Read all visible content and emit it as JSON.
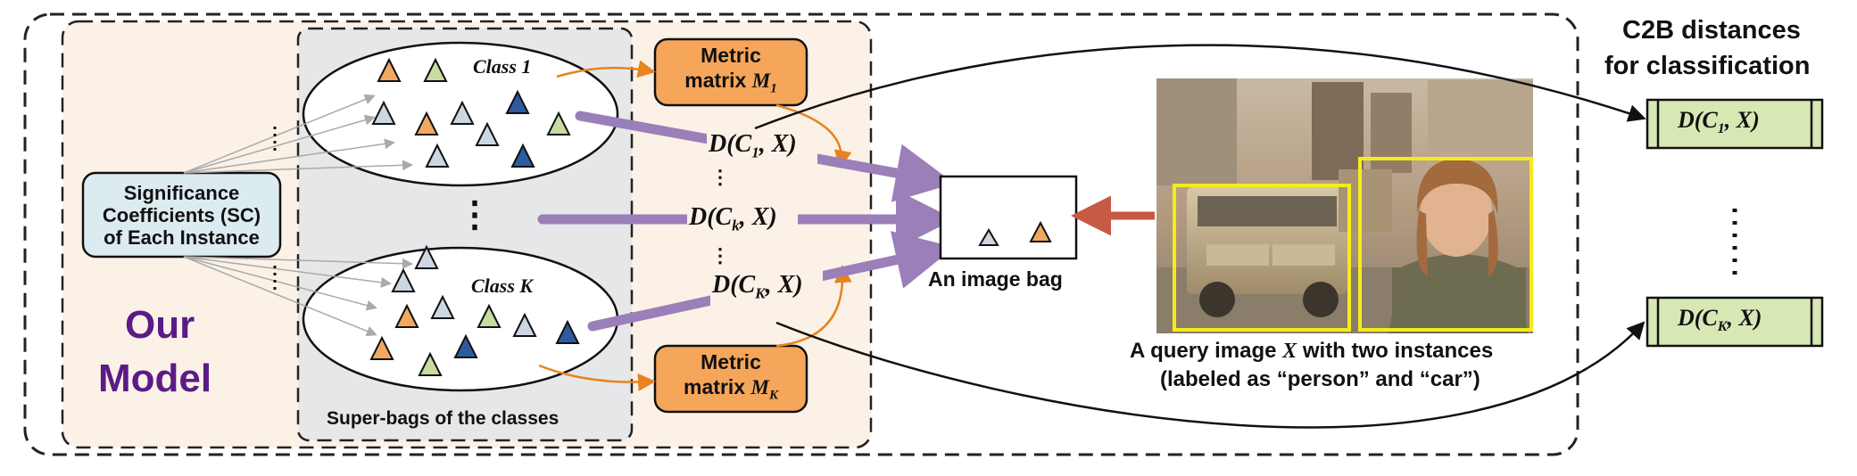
{
  "model": {
    "title_line1": "Our",
    "title_line2": "Model",
    "title_color": "#5b1b86"
  },
  "sc_box": {
    "line1": "Significance",
    "line2": "Coefficients (SC)",
    "line3": "of Each Instance",
    "fill": "#dcebf0"
  },
  "superbags": {
    "caption": "Super-bags of the classes",
    "class1_label": "Class 1",
    "classK_label": "Class K",
    "vertical_dots": "⋮"
  },
  "metric": {
    "top_line1": "Metric",
    "top_line2_prefix": "matrix ",
    "top_symbol": "M",
    "top_sub": "1",
    "bottom_line1": "Metric",
    "bottom_line2_prefix": "matrix ",
    "bottom_symbol": "M",
    "bottom_sub": "K",
    "fill": "#f5a65b"
  },
  "distances": {
    "d1_pre": "D(C",
    "d1_sub": "1",
    "d1_post": ", X)",
    "dk_pre": "D(C",
    "dk_sub": "k",
    "dk_post": ", X)",
    "dK_pre": "D(C",
    "dK_sub": "K",
    "dK_post": ", X)",
    "small_dots": "⋮"
  },
  "image_bag": {
    "caption": "An image bag"
  },
  "query": {
    "caption_line1_pre": "A query image ",
    "caption_line1_var": "X",
    "caption_line1_post": " with two instances",
    "caption_line2": "(labeled as “person” and “car”)"
  },
  "c2b": {
    "title_line1": "C2B distances",
    "title_line2": "for classification",
    "box1_pre": "D(C",
    "box1_sub": "1",
    "box1_post": ", X)",
    "boxK_pre": "D(C",
    "boxK_sub": "K",
    "boxK_post": ", X)",
    "dots": "⋮",
    "fill": "#d7e8b5"
  },
  "colors": {
    "purple_arrow": "#9b7fb8",
    "orange_arrow": "#e8831e",
    "red_arrow": "#c75a45",
    "tri_orange": "#f2a862",
    "tri_green": "#c7dca0",
    "tri_blue": "#2e5aa0",
    "tri_gray": "#cdd7e3",
    "yellow_box": "#f4ec1c"
  }
}
